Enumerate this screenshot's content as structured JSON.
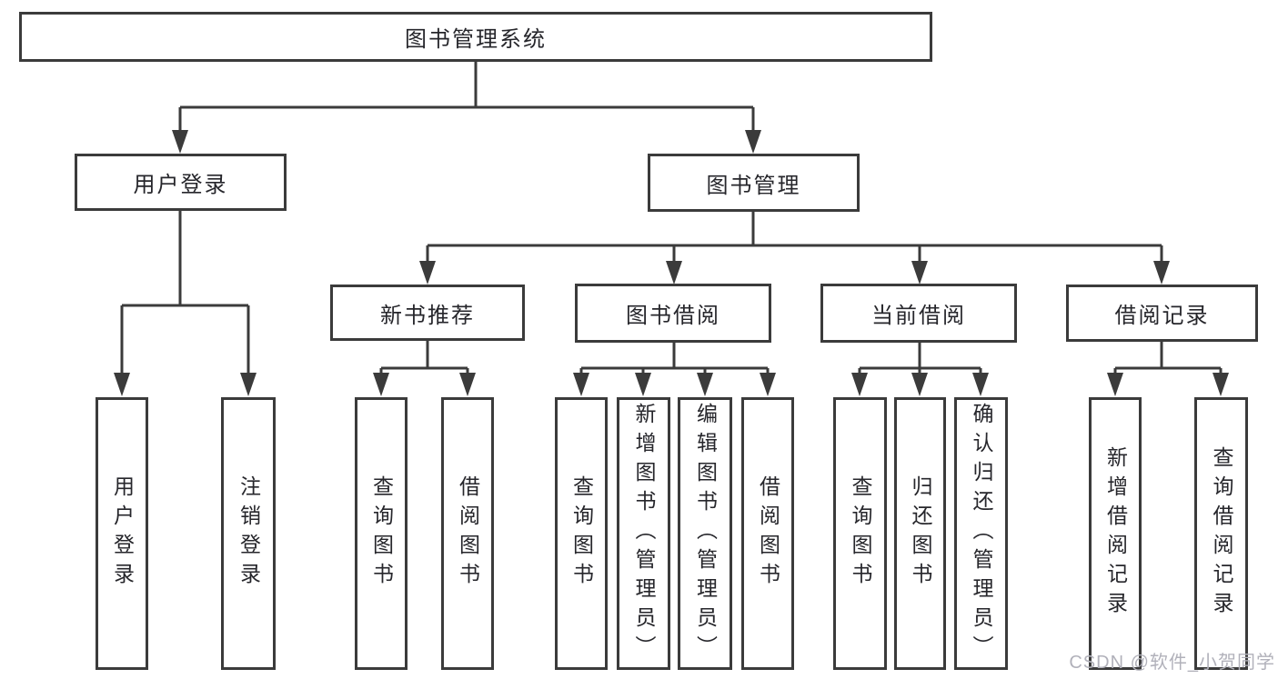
{
  "watermark": "CSDN @软件_小贺同学",
  "colors": {
    "line": "#3b3b3b",
    "text": "#26262b",
    "watermark": "#b1b1ba"
  },
  "tree": {
    "label": "图书管理系统",
    "children": [
      {
        "label": "用户登录",
        "children": [
          {
            "label": "用户登录"
          },
          {
            "label": "注销登录"
          }
        ]
      },
      {
        "label": "图书管理",
        "children": [
          {
            "label": "新书推荐",
            "children": [
              {
                "label": "查询图书"
              },
              {
                "label": "借阅图书"
              }
            ]
          },
          {
            "label": "图书借阅",
            "children": [
              {
                "label": "查询图书"
              },
              {
                "label": "新增图书（管理员）"
              },
              {
                "label": "编辑图书（管理员）"
              },
              {
                "label": "借阅图书"
              }
            ]
          },
          {
            "label": "当前借阅",
            "children": [
              {
                "label": "查询图书"
              },
              {
                "label": "归还图书"
              },
              {
                "label": "确认归还（管理员）"
              }
            ]
          },
          {
            "label": "借阅记录",
            "children": [
              {
                "label": "新增借阅记录"
              },
              {
                "label": "查询借阅记录"
              }
            ]
          }
        ]
      }
    ]
  }
}
